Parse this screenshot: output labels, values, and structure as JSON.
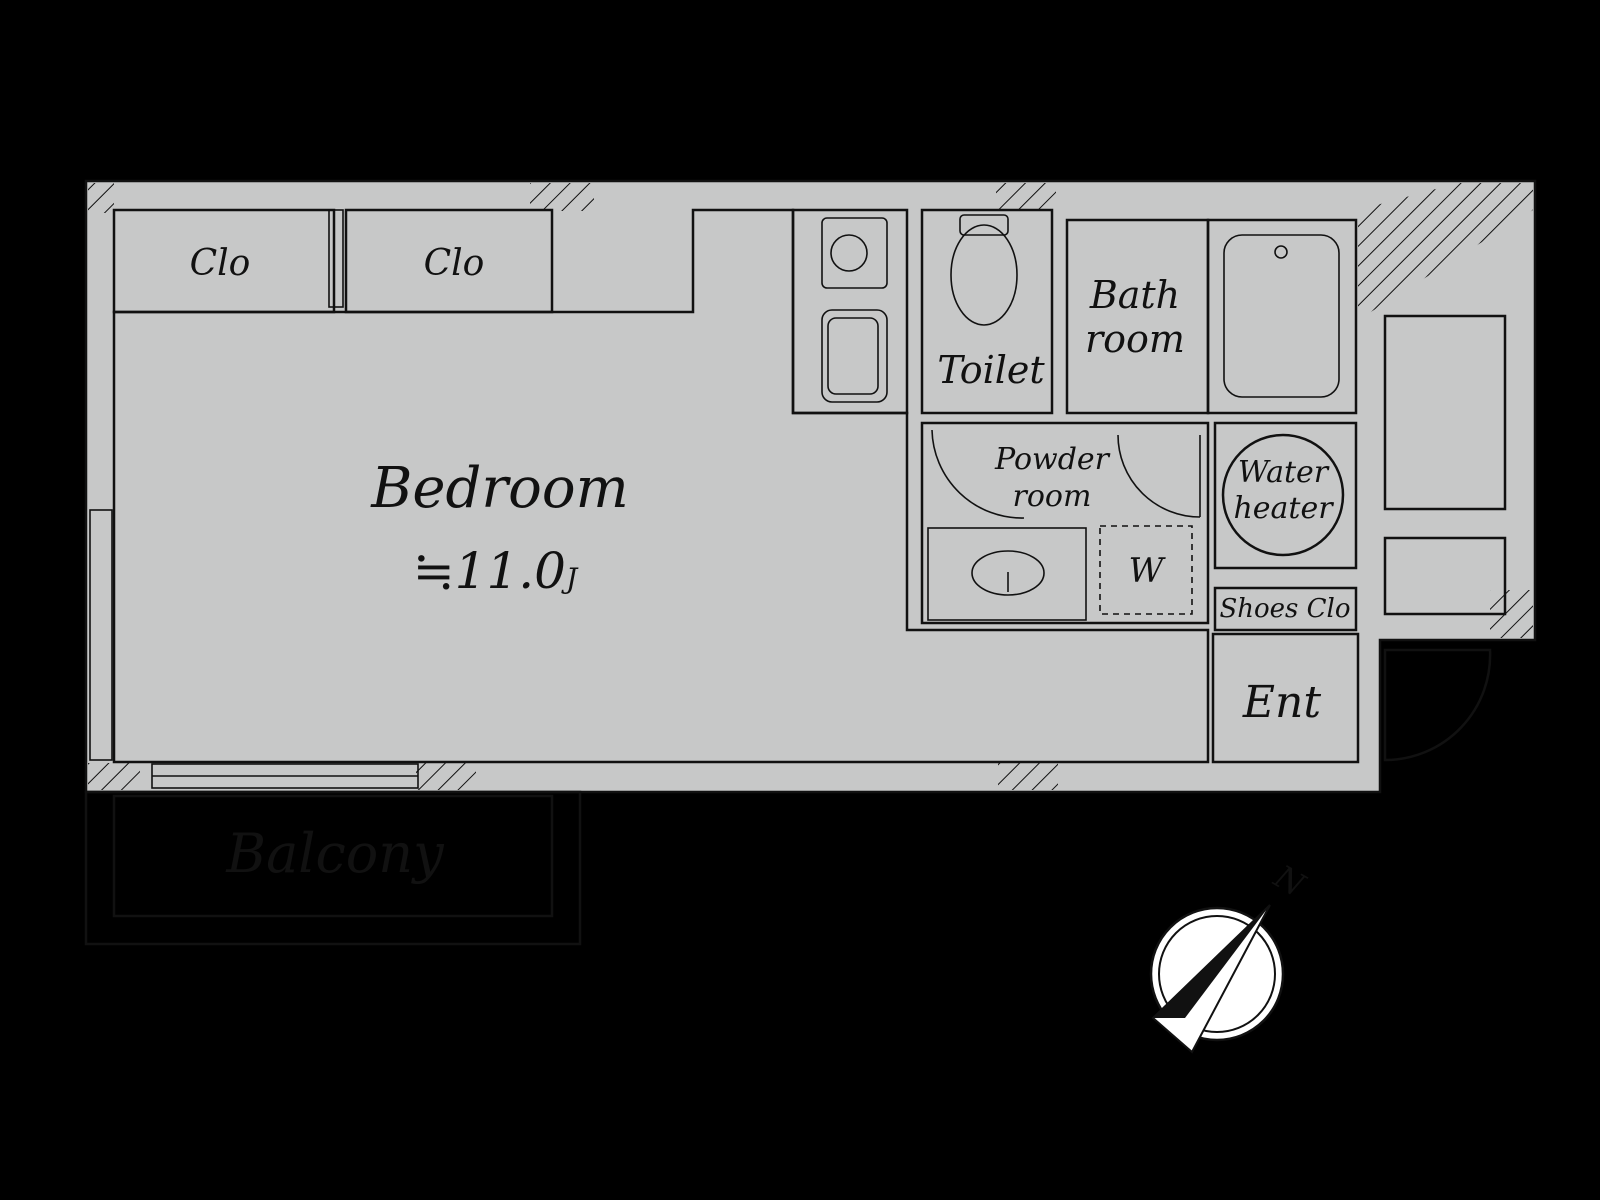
{
  "rooms": {
    "closet_1": "Clo",
    "closet_2": "Clo",
    "bedroom": "Bedroom",
    "bedroom_area": "≒11.0",
    "bedroom_unit": "J",
    "toilet": "Toilet",
    "bath_line1": "Bath",
    "bath_line2": "room",
    "powder_line1": "Powder",
    "powder_line2": "room",
    "washer": "W",
    "water_heater_line1": "Water",
    "water_heater_line2": "heater",
    "shoes_closet": "Shoes Clo",
    "entrance": "Ent",
    "balcony": "Balcony"
  },
  "compass": {
    "north": "N"
  },
  "colors": {
    "background": "#000000",
    "wall": "#c7c8c8",
    "bedroom": "#fefef0",
    "closet": "#e2d9bb",
    "kitchen": "#fdf3e4",
    "wet_area": "#e4f1fb",
    "white": "#ffffff"
  }
}
